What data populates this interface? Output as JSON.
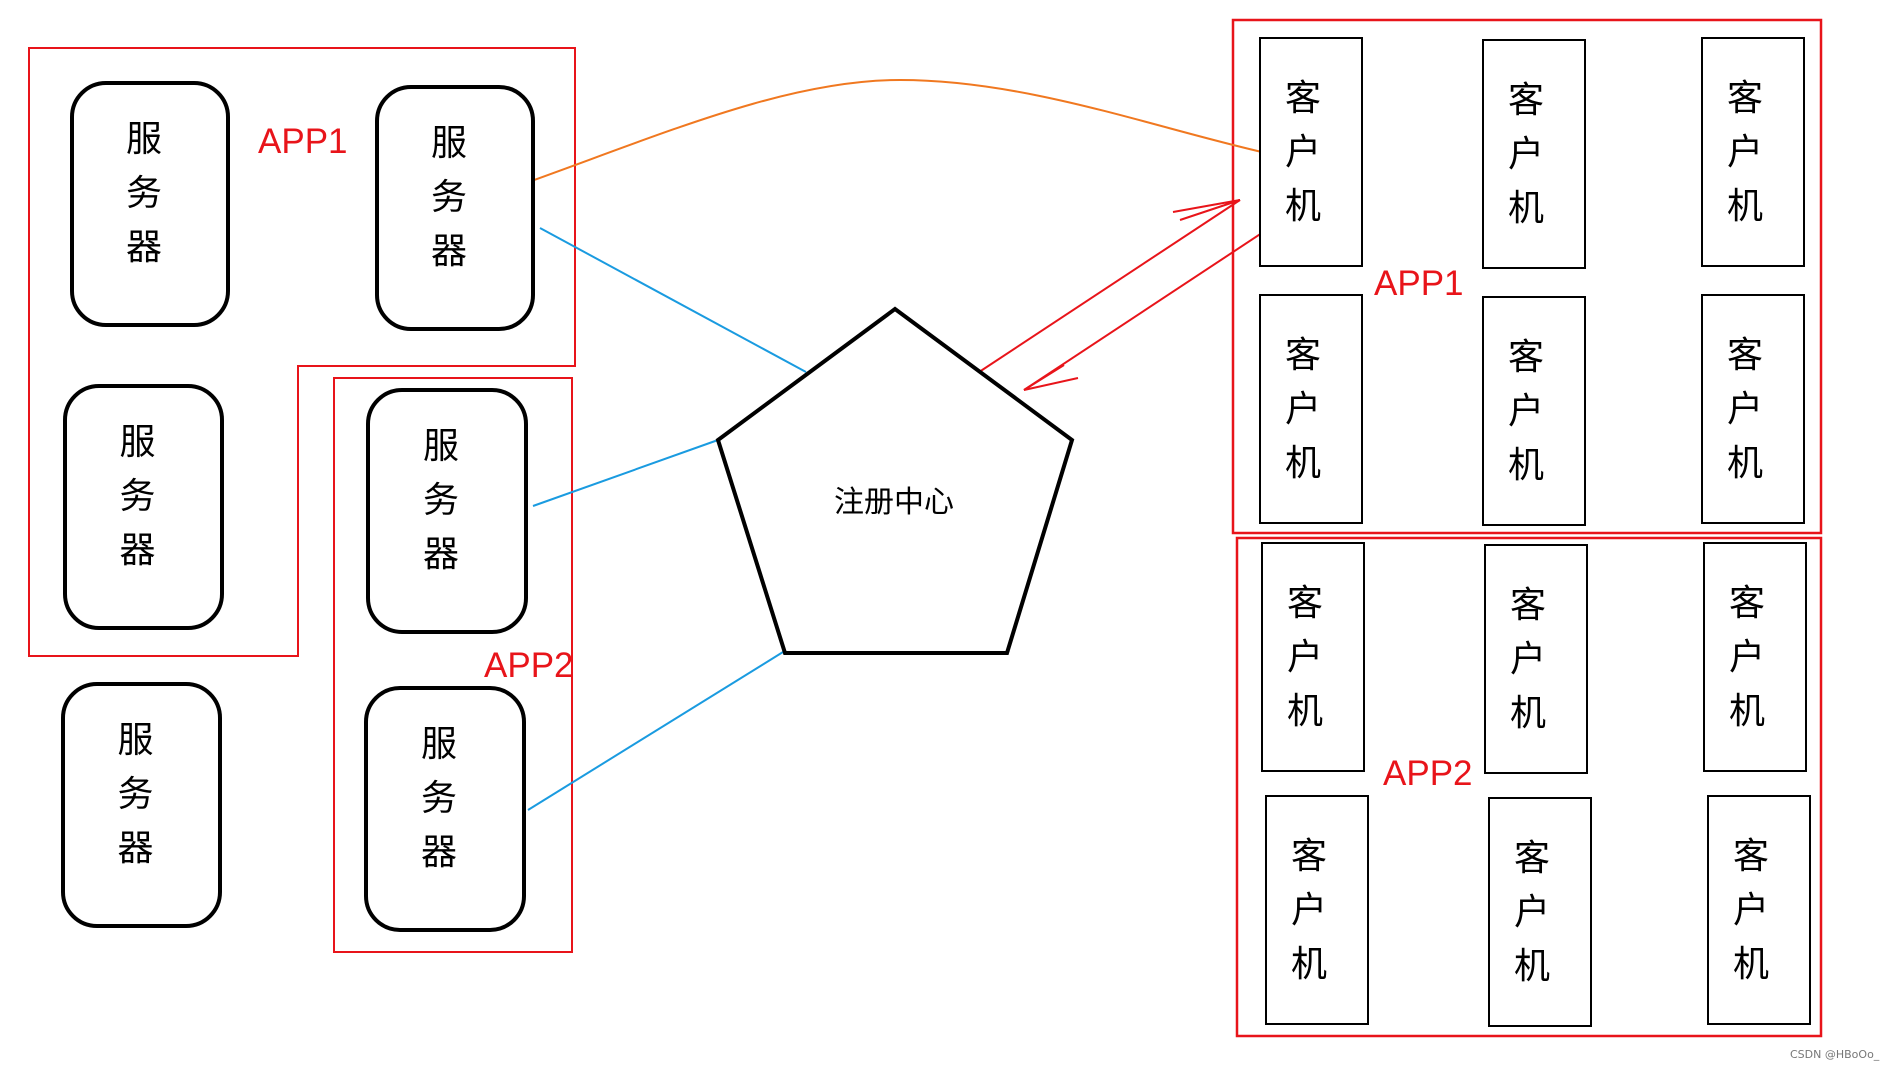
{
  "colors": {
    "group_border": "#e8141a",
    "server_link": "#1a9be0",
    "client_link": "#e8141a",
    "remote_call": "#f07820",
    "node_stroke": "#000000"
  },
  "registry": {
    "label": "注册中心"
  },
  "server_text": [
    "服",
    "务",
    "器"
  ],
  "client_text": [
    "客",
    "户",
    "机"
  ],
  "servers": [
    {
      "id": "server-1",
      "group": "APP1"
    },
    {
      "id": "server-2",
      "group": "APP1"
    },
    {
      "id": "server-3",
      "group": "APP1"
    },
    {
      "id": "server-4",
      "group": "APP2"
    },
    {
      "id": "server-5",
      "group": "APP2"
    },
    {
      "id": "server-6",
      "group": "none"
    }
  ],
  "server_groups": [
    {
      "id": "app1",
      "label": "APP1"
    },
    {
      "id": "app2",
      "label": "APP2"
    }
  ],
  "client_groups": [
    {
      "id": "app1",
      "label": "APP1",
      "count": 6
    },
    {
      "id": "app2",
      "label": "APP2",
      "count": 6
    }
  ],
  "watermark": "CSDN @HBoOo_"
}
